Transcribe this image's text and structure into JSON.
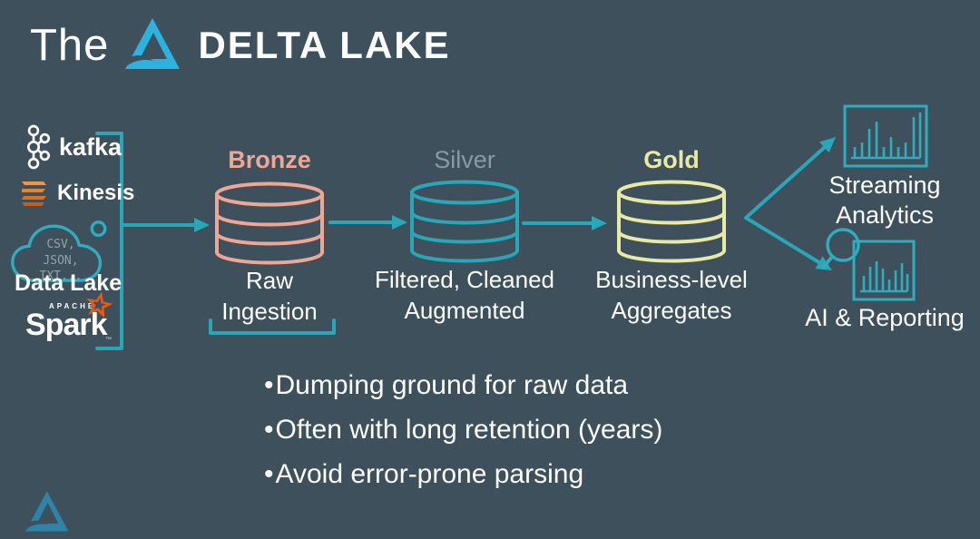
{
  "header": {
    "prefix": "The",
    "brand": "DELTA LAKE"
  },
  "sources": {
    "kafka": {
      "label": "kafka"
    },
    "kinesis": {
      "label": "Kinesis"
    },
    "data_lake": {
      "label": "Data Lake",
      "files": "CSV,\nJSON,\nTXT..."
    },
    "spark": {
      "apache": "APACHE",
      "label": "Spark",
      "tm": "™"
    }
  },
  "medallion": {
    "bronze": {
      "title": "Bronze",
      "caption": "Raw\nIngestion"
    },
    "silver": {
      "title": "Silver",
      "caption": "Filtered, Cleaned\nAugmented"
    },
    "gold": {
      "title": "Gold",
      "caption": "Business-level\nAggregates"
    }
  },
  "outputs": {
    "streaming": {
      "label": "Streaming\nAnalytics"
    },
    "ai": {
      "label": "AI & Reporting"
    }
  },
  "bullets": {
    "marker": "•",
    "items": [
      "Dumping ground for raw data",
      "Often with long retention (years)",
      "Avoid error-prone parsing"
    ]
  },
  "colors": {
    "background": "#3d505b",
    "accent_teal": "#2aa6b9",
    "logo_blue": "#2db2e0",
    "footer_logo_blue": "#2e84a8",
    "bronze": "#eda794",
    "gold": "#e8e9a3",
    "silver_title_gray": "#8c99a3",
    "kinesis_orange": "#e8832a",
    "spark_star_orange": "#e25a1c",
    "cloud_file_gray": "#95a1a8",
    "text_white": "#ffffff"
  }
}
